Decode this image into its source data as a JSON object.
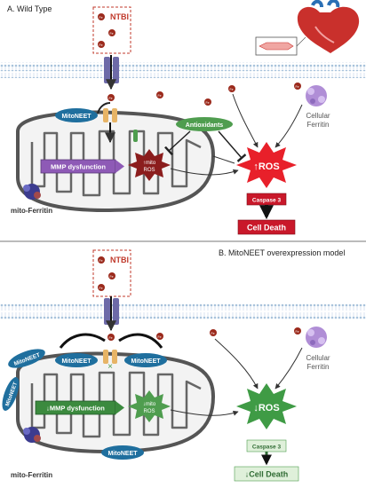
{
  "panel_a": {
    "title": "A. Wild Type",
    "ntbi": "NTBI",
    "fe": "Fe",
    "mitoneet": "MitoNEET",
    "mmp": "MMP dysfunction",
    "mito_ros_line1": "↑mito",
    "mito_ros_line2": "ROS",
    "antioxidants": "Antioxidants",
    "ros": "↑ROS",
    "cellular_ferritin_1": "Cellular",
    "cellular_ferritin_2": "Ferritin",
    "caspase": "Caspase 3",
    "cell_death": "Cell Death",
    "mito_ferritin": "mito-Ferritin"
  },
  "panel_b": {
    "title": "B. MitoNEET overexpression model",
    "ntbi": "NTBI",
    "fe": "Fe",
    "mitoneet": "MitoNEET",
    "mmp": "↓MMP dysfunction",
    "mito_ros_line1": "↓mito",
    "mito_ros_line2": "ROS",
    "ros": "↓ROS",
    "cellular_ferritin_1": "Cellular",
    "cellular_ferritin_2": "Ferritin",
    "caspase": "Caspase 3",
    "cell_death": "↓Cell Death",
    "mito_ferritin": "mito-Ferritin"
  },
  "colors": {
    "membrane": "#a9c3dc",
    "mitoneet": "#1f6f9e",
    "mmp_a": "#8e5ab6",
    "mmp_b": "#3b8a3e",
    "ros_a": "#e8202a",
    "ros_b": "#3f9b45",
    "fe": "#9b2a1c",
    "antioxidant": "#4f9d4f",
    "ferritin": "#b08ed6"
  }
}
